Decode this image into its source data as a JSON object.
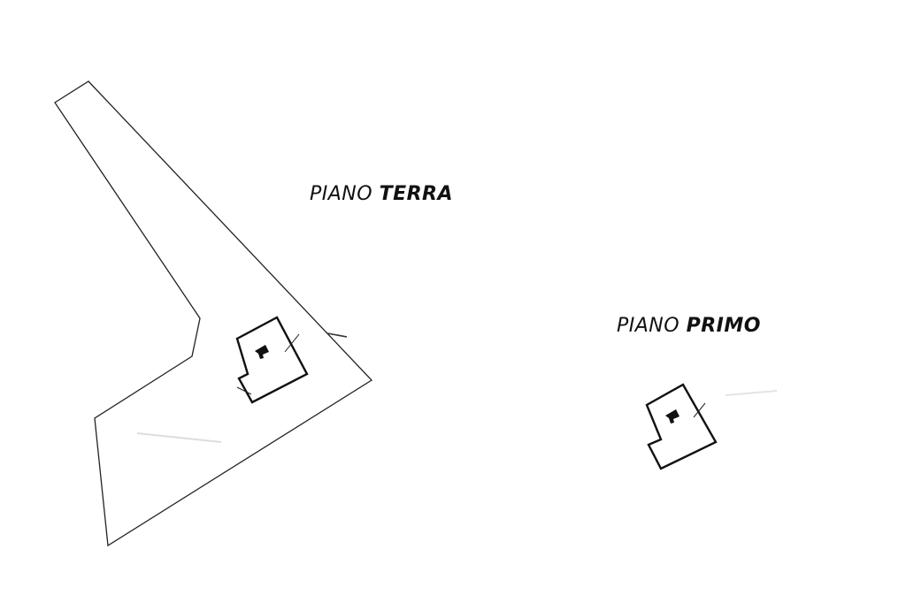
{
  "labels": {
    "ground_floor": {
      "prefix": "PIANO",
      "name": "TERRA"
    },
    "first_floor": {
      "prefix": "PIANO",
      "name": "PRIMO"
    }
  },
  "colors": {
    "line": "#222222",
    "background": "#ffffff"
  }
}
